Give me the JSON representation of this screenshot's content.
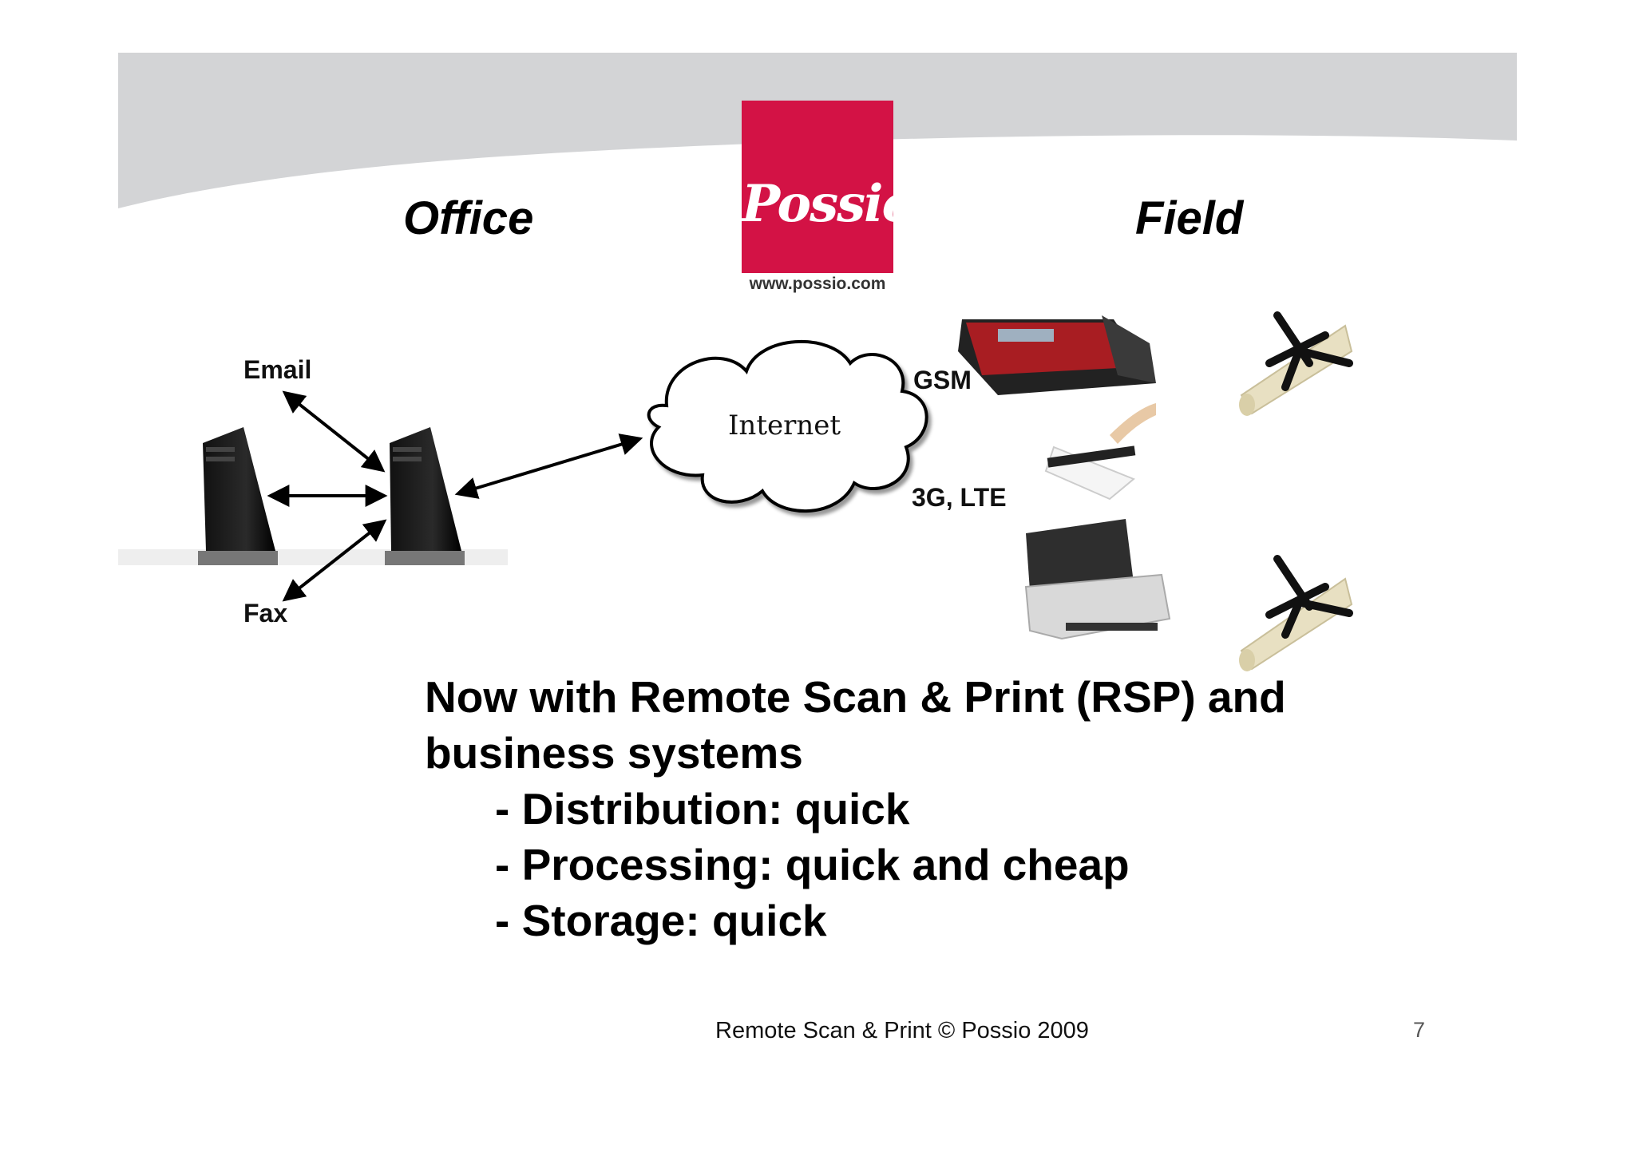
{
  "header": {
    "left_heading": "Office",
    "right_heading": "Field",
    "logo": {
      "text": "Possio",
      "url": "www.possio.com",
      "color": "#d31245"
    }
  },
  "diagram": {
    "labels": {
      "email": "Email",
      "fax": "Fax",
      "internet": "Internet",
      "gsm": "GSM",
      "lte": "3G, LTE"
    },
    "icons": [
      "server-tower-icon",
      "server-tower-icon",
      "cloud-icon",
      "fax-device-icon",
      "scanner-icon",
      "portable-printer-icon",
      "scroll-icon",
      "scroll-icon"
    ]
  },
  "body": {
    "headline_line1": "Now with Remote Scan & Print (RSP) and",
    "headline_line2": "business systems",
    "bullets": [
      "- Distribution: quick",
      "- Processing: quick and cheap",
      "- Storage: quick"
    ]
  },
  "footer": {
    "text": "Remote Scan & Print © Possio 2009",
    "page_number": "7"
  }
}
